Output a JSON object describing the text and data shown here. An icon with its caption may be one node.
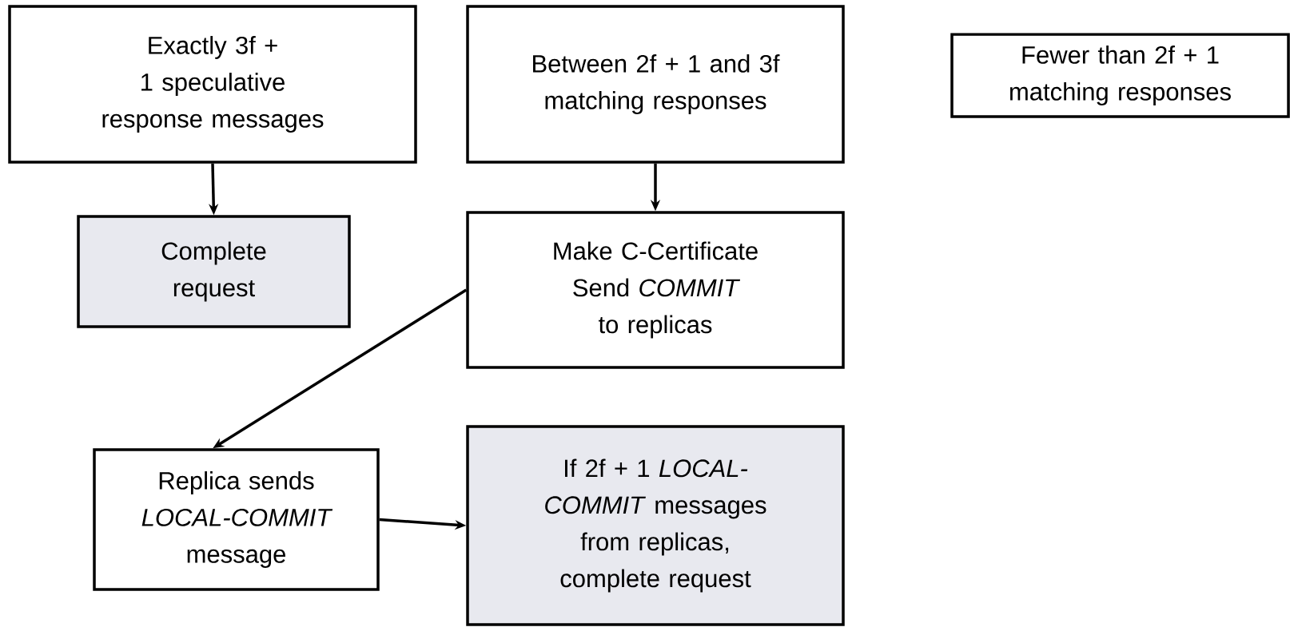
{
  "diagram": {
    "nodes": [
      {
        "text": [
          "Exactly 3f + 1 speculative response messages"
        ]
      },
      {
        "text": [
          "Between 2f + 1 and 3f matching responses"
        ]
      },
      {
        "text": [
          "Fewer than 2f + 1 matching responses"
        ]
      },
      {
        "text": [
          "Complete request"
        ]
      },
      {
        "text": [
          "Make C-Certificate Send *COMMIT* to replicas"
        ]
      },
      {
        "text": [
          "Replica sends *LOCAL-COMMIT* message"
        ]
      },
      {
        "text": [
          "If 2f + 1 *LOCAL-COMMIT* messages from replicas, complete request"
        ]
      }
    ],
    "edges": [
      {
        "from": 0,
        "to": 3,
        "arrow": "to"
      },
      {
        "from": 1,
        "to": 4,
        "arrow": "to"
      },
      {
        "from": 4,
        "to": 5,
        "arrow": "to"
      },
      {
        "from": 5,
        "to": 6,
        "arrow": "to"
      }
    ]
  }
}
